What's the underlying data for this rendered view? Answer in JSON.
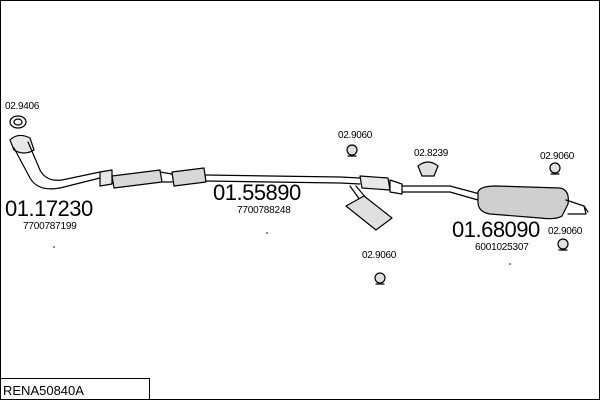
{
  "diagram_ref": "RENA50840A",
  "parts": {
    "front_pipe": {
      "code": "01.17230",
      "oem": "7700787199"
    },
    "middle_pipe": {
      "code": "01.55890",
      "oem": "7700788248"
    },
    "rear_silencer": {
      "code": "01.68090",
      "oem": "6001025307"
    }
  },
  "accessories": {
    "gasket": "02.9406",
    "clamp_middle": "02.9060",
    "clamp_lower": "02.9060",
    "hanger": "02.8239",
    "clamp_rear_upper": "02.9060",
    "clamp_rear_lower": "02.9060"
  }
}
